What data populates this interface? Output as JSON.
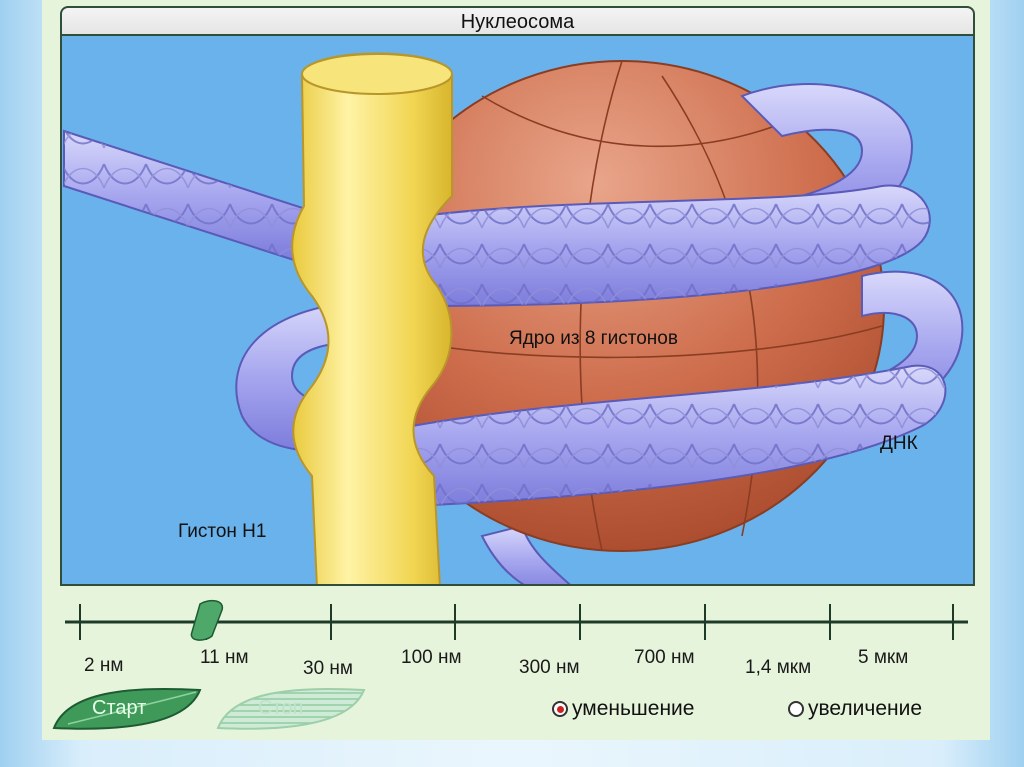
{
  "window": {
    "title": "Нуклеосома"
  },
  "diagram": {
    "labels": {
      "core": "Ядро из 8 гистонов",
      "dna": "ДНК",
      "histone_h1": "Гистон H1"
    }
  },
  "scale": {
    "ticks": [
      "2 нм",
      "11 нм",
      "30 нм",
      "100 нм",
      "300 нм",
      "700 нм",
      "1,4 мкм",
      "5 мкм"
    ],
    "selected": "11 нм"
  },
  "controls": {
    "start_label": "Старт",
    "stop_label": "Стоп",
    "radio_options": [
      {
        "label": "уменьшение",
        "selected": true
      },
      {
        "label": "увеличение",
        "selected": false
      }
    ]
  },
  "colors": {
    "background": "#6ab2ec",
    "histone_core": "#c86b4c",
    "dna": "#a9a9ef",
    "histone_h1": "#f3dc5a",
    "panel": "#e6f4dc",
    "button_green": "#3f9a5a"
  }
}
